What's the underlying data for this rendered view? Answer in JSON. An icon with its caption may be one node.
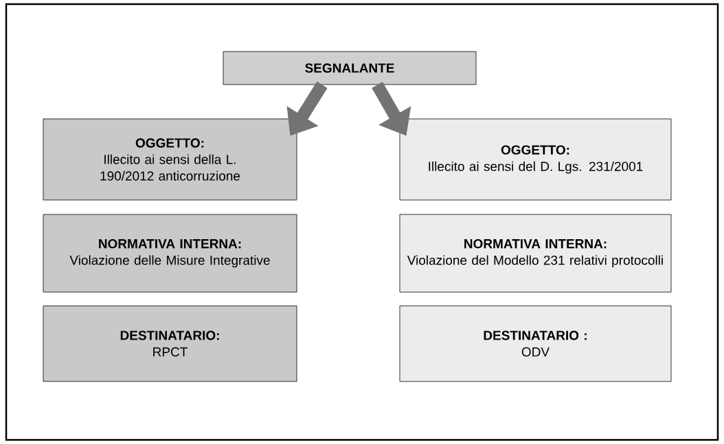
{
  "diagram": {
    "nodes": [
      {
        "text": [
          "SEGNALANTE"
        ]
      },
      {
        "text": [
          "OGGETTO:",
          "Illecito ai sensi della L. 190/2012 anticorruzione"
        ]
      },
      {
        "text": [
          "NORMATIVA INTERNA:",
          "Violazione delle Misure Integrative"
        ]
      },
      {
        "text": [
          "DESTINATARIO:",
          "RPCT"
        ]
      },
      {
        "text": [
          "OGGETTO:",
          "Illecito ai sensi del D. Lgs. 231/2001"
        ]
      },
      {
        "text": [
          "NORMATIVA INTERNA:",
          "Violazione del Modello 231 relativi protocolli"
        ]
      },
      {
        "text": [
          "DESTINATARIO :",
          "ODV"
        ]
      }
    ],
    "edges": [
      {
        "from": 0,
        "to": 1,
        "arrow": "to"
      },
      {
        "from": 0,
        "to": 4,
        "arrow": "to"
      }
    ]
  }
}
